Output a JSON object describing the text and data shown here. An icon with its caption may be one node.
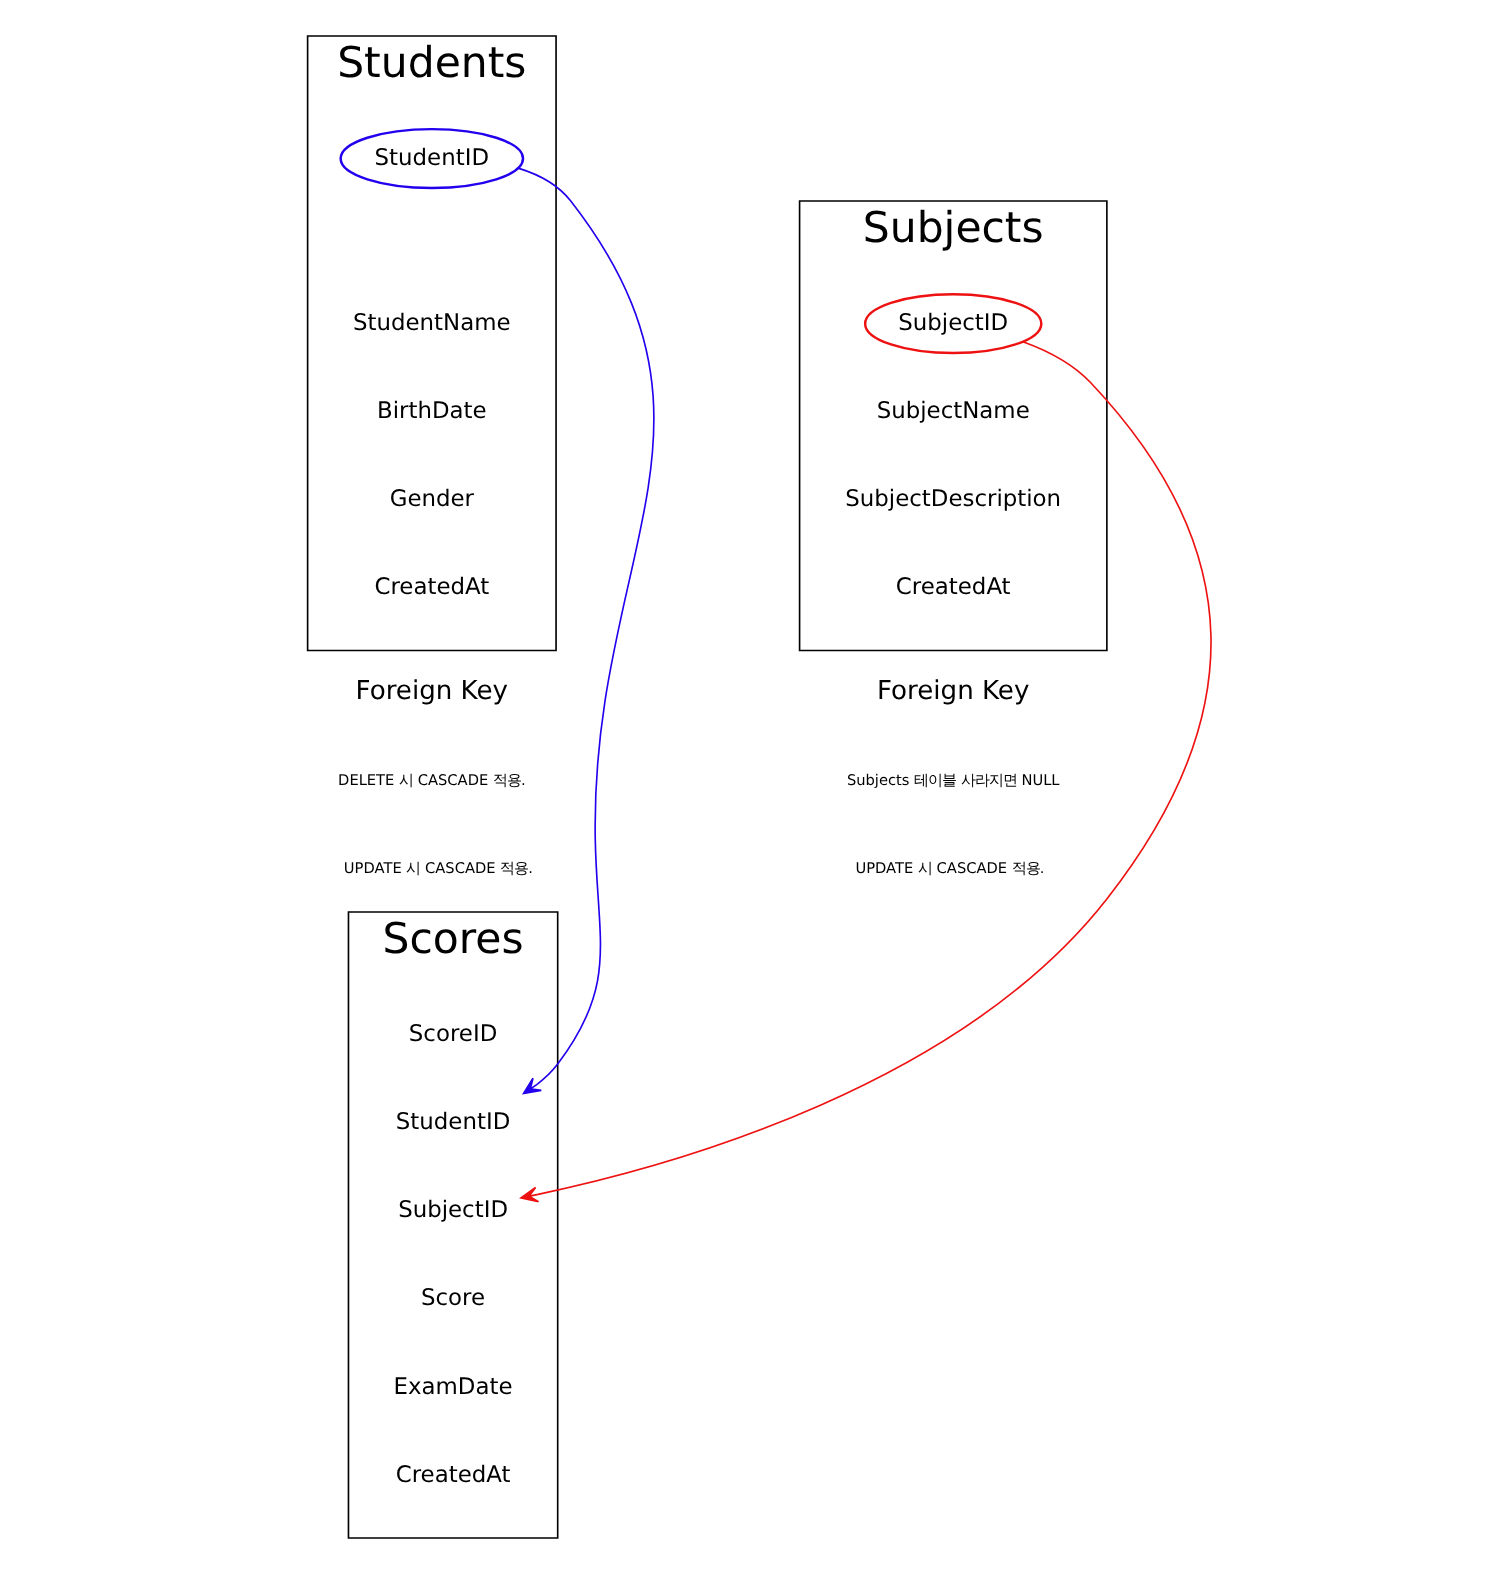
{
  "diagram": {
    "nodes": [
      {
        "text": [
          "Students",
          "StudentName",
          "BirthDate",
          "Gender",
          "CreatedAt"
        ]
      },
      {
        "text": [
          "StudentID"
        ],
        "in": 0
      },
      {
        "text": [
          "Subjects",
          "SubjectName",
          "SubjectDescription",
          "CreatedAt"
        ]
      },
      {
        "text": [
          "SubjectID"
        ],
        "in": 2
      },
      {
        "text": [
          "Scores",
          "ScoreID",
          "Score",
          "ExamDate",
          "CreatedAt"
        ]
      },
      {
        "text": [
          "StudentID"
        ],
        "in": 4
      },
      {
        "text": [
          "SubjectID"
        ],
        "in": 4
      }
    ],
    "edges": [
      {
        "from": 1,
        "to": 5,
        "arrow": "to",
        "color": "#2200ee"
      },
      {
        "from": 3,
        "to": 6,
        "arrow": "to",
        "color": "#ee1111"
      }
    ],
    "labels": [
      "Foreign Key",
      "DELETE 시 CASCADE 적용.",
      "UPDATE 시 CASCADE 적용.",
      "Foreign Key",
      "Subjects 테이블 사라지면 NULL",
      "UPDATE 시 CASCADE 적용."
    ]
  }
}
